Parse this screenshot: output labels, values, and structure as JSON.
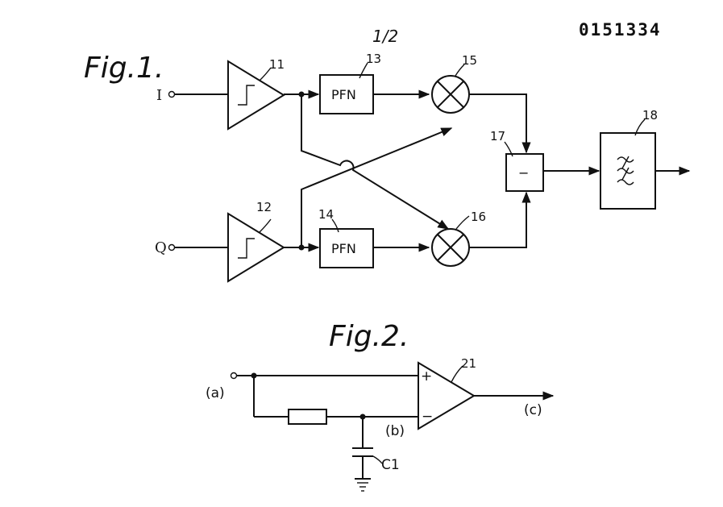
{
  "document_number": "0151334",
  "sheet_label": "1/2",
  "fig1": {
    "title": "Fig.1.",
    "input_i": "I",
    "input_q": "Q",
    "ref_11": "11",
    "ref_12": "12",
    "ref_13": "13",
    "ref_14": "14",
    "ref_15": "15",
    "ref_16": "16",
    "ref_17": "17",
    "ref_18": "18",
    "pfn_label": "PFN",
    "subtractor_symbol": "−"
  },
  "fig2": {
    "title": "Fig.2.",
    "node_a": "(a)",
    "node_b": "(b)",
    "node_c": "(c)",
    "ref_21": "21",
    "capacitor_label": "C1",
    "plus_sign": "+",
    "minus_sign": "−"
  }
}
